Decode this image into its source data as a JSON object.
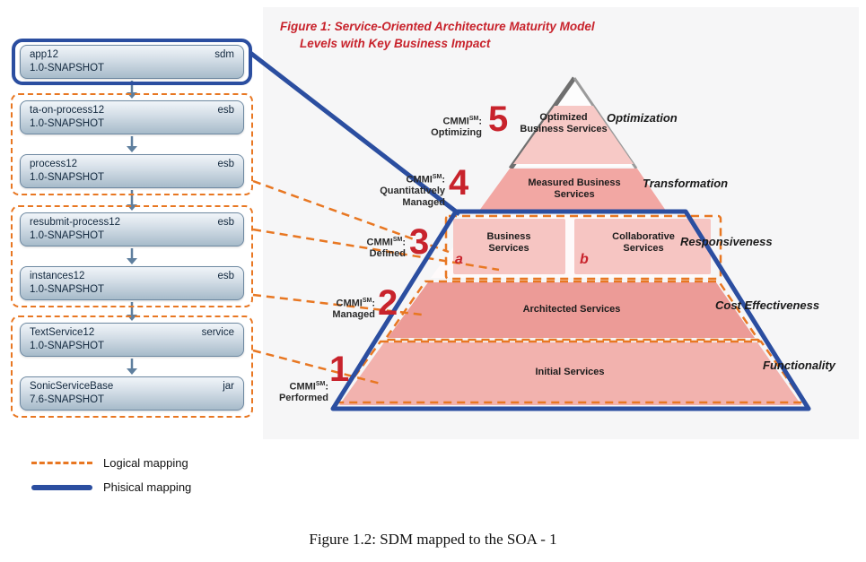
{
  "page": {
    "caption": "Figure 1.2: SDM mapped to the SOA - 1"
  },
  "figure": {
    "title_line1": "Figure 1:  Service-Oriented Architecture Maturity Model",
    "title_line2": "Levels with Key Business Impact"
  },
  "stack": {
    "items": [
      {
        "name": "app12",
        "type": "sdm",
        "version": "1.0-SNAPSHOT"
      },
      {
        "name": "ta-on-process12",
        "type": "esb",
        "version": "1.0-SNAPSHOT"
      },
      {
        "name": "process12",
        "type": "esb",
        "version": "1.0-SNAPSHOT"
      },
      {
        "name": "resubmit-process12",
        "type": "esb",
        "version": "1.0-SNAPSHOT"
      },
      {
        "name": "instances12",
        "type": "esb",
        "version": "1.0-SNAPSHOT"
      },
      {
        "name": "TextService12",
        "type": "service",
        "version": "1.0-SNAPSHOT"
      },
      {
        "name": "SonicServiceBase",
        "type": "jar",
        "version": "7.6-SNAPSHOT"
      }
    ]
  },
  "pyramid": {
    "levels": [
      {
        "number": "5",
        "brand": "CMMI",
        "sup": "SM",
        "colon": ":",
        "cmmi_name": "Optimizing",
        "service": "Optimized Business Services",
        "impact": "Optimization"
      },
      {
        "number": "4",
        "brand": "CMMI",
        "sup": "SM",
        "colon": ":",
        "cmmi_name": "Quantitatively Managed",
        "service": "Measured Business Services",
        "impact": "Transformation"
      },
      {
        "number": "3",
        "brand": "CMMI",
        "sup": "SM",
        "colon": ":",
        "cmmi_name": "Defined",
        "service_a": "Business Services",
        "marker_a": "a",
        "service_b": "Collaborative Services",
        "marker_b": "b",
        "impact": "Responsiveness"
      },
      {
        "number": "2",
        "brand": "CMMI",
        "sup": "SM",
        "colon": ":",
        "cmmi_name": "Managed",
        "service": "Architected Services",
        "impact": "Cost Effectiveness"
      },
      {
        "number": "1",
        "brand": "CMMI",
        "sup": "SM",
        "colon": ":",
        "cmmi_name": "Performed",
        "service": "Initial Services",
        "impact": "Functionality"
      }
    ]
  },
  "legend": {
    "logical_label": "Logical mapping",
    "physical_label": "Phisical mapping"
  },
  "colors": {
    "accent_red": "#c8232c",
    "logical_orange": "#e87722",
    "physical_blue": "#2b4ea0",
    "band_level5": "#f7c9c6",
    "band_level4": "#f2a7a3",
    "band_level3_boxes": "#f6c5c2",
    "band_level2": "#ec9b97",
    "band_level1": "#f2b2ae"
  }
}
